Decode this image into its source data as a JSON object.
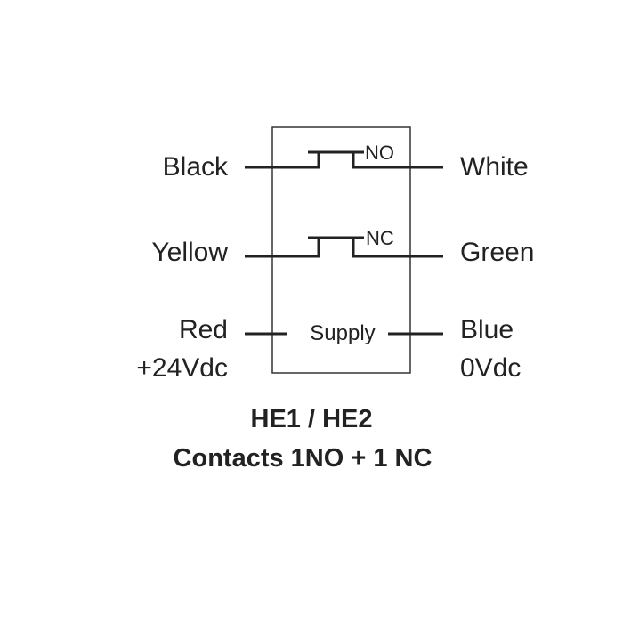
{
  "wires": {
    "black": "Black",
    "white": "White",
    "yellow": "Yellow",
    "green": "Green",
    "red": "Red",
    "red_voltage": "+24Vdc",
    "blue": "Blue",
    "blue_voltage": "0Vdc"
  },
  "contacts": {
    "no_label": "NO",
    "nc_label": "NC",
    "supply_label": "Supply"
  },
  "caption": {
    "model": "HE1 / HE2",
    "description": "Contacts 1NO + 1 NC"
  }
}
